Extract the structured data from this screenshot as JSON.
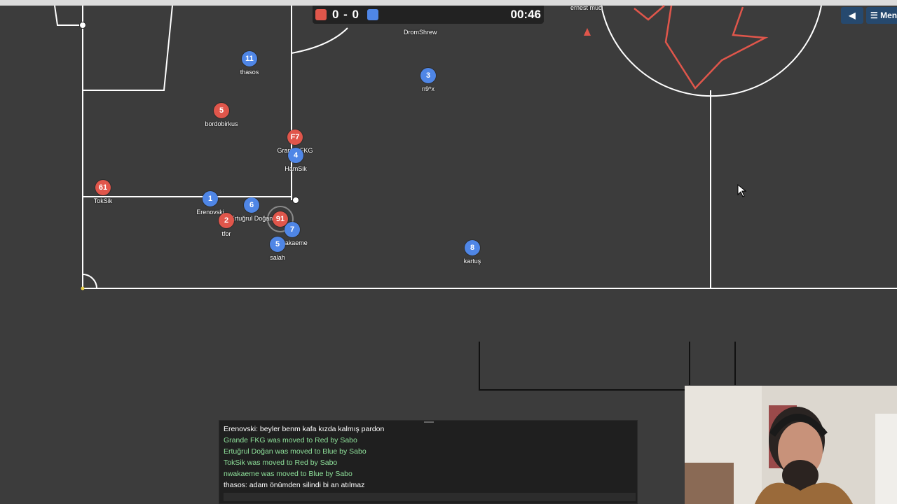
{
  "scoreboard": {
    "score": "0 - 0",
    "timer": "00:46",
    "red_color": "#e0564b",
    "blue_color": "#4f86e6"
  },
  "top_buttons": {
    "sound_icon": "volume-icon",
    "menu_label": "Men",
    "menu_icon": "hamburger-icon"
  },
  "players": [
    {
      "team": "blue",
      "number": "11",
      "name": "thasos"
    },
    {
      "team": "red",
      "number": "5",
      "name": "bordobirkus"
    },
    {
      "team": "red",
      "number": "F7",
      "name": "Grande FKG"
    },
    {
      "team": "blue",
      "number": "4",
      "name": "HamSik"
    },
    {
      "team": "red",
      "number": "61",
      "name": "TokSik"
    },
    {
      "team": "blue",
      "number": "1",
      "name": "Erenovski"
    },
    {
      "team": "blue",
      "number": "6",
      "name": "Ertuğrul Doğan"
    },
    {
      "team": "red",
      "number": "2",
      "name": "tfor"
    },
    {
      "team": "red",
      "number": "91",
      "name": ""
    },
    {
      "team": "blue",
      "number": "7",
      "name": "nwakaeme"
    },
    {
      "team": "blue",
      "number": "5",
      "name": "salah"
    },
    {
      "team": "blue",
      "number": "3",
      "name": "n9*x"
    },
    {
      "team": "blue",
      "number": "8",
      "name": "kartuş"
    }
  ],
  "offscreen_names": {
    "top_middle": "DromShrew",
    "top_right": "ernest muci"
  },
  "chat": {
    "lines": [
      {
        "type": "normal",
        "text": "Erenovski: beyler benm kafa kızda kalmış pardon"
      },
      {
        "type": "notice",
        "text": "Grande FKG was moved to Red by Sabo"
      },
      {
        "type": "notice",
        "text": "Ertuğrul Doğan was moved to Blue by Sabo"
      },
      {
        "type": "notice",
        "text": "TokSik was moved to Red by Sabo"
      },
      {
        "type": "notice",
        "text": "nwakaeme was moved to Blue by Sabo"
      },
      {
        "type": "normal",
        "text": "thasos: adam önümden silindi bi an atılmaz"
      }
    ],
    "input_value": ""
  },
  "webcam": {
    "icon": "webcam-person-icon"
  }
}
